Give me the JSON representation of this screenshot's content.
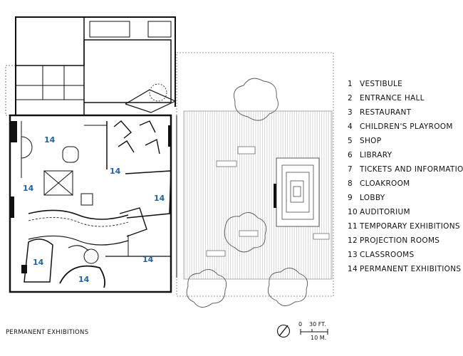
{
  "legend": [
    {
      "num": "1",
      "label": "VESTIBULE"
    },
    {
      "num": "2",
      "label": "ENTRANCE HALL"
    },
    {
      "num": "3",
      "label": "RESTAURANT"
    },
    {
      "num": "4",
      "label": "CHILDREN'S PLAYROOM"
    },
    {
      "num": "5",
      "label": "SHOP"
    },
    {
      "num": "6",
      "label": "LIBRARY"
    },
    {
      "num": "7",
      "label": "TICKETS AND INFORMATION"
    },
    {
      "num": "8",
      "label": "CLOAKROOM"
    },
    {
      "num": "9",
      "label": "LOBBY"
    },
    {
      "num": "10",
      "label": "AUDITORIUM"
    },
    {
      "num": "11",
      "label": "TEMPORARY EXHIBITIONS"
    },
    {
      "num": "12",
      "label": "PROJECTION ROOMS"
    },
    {
      "num": "13",
      "label": "CLASSROOMS"
    },
    {
      "num": "14",
      "label": "PERMANENT EXHIBITIONS"
    }
  ],
  "plan_labels": [
    "14",
    "14",
    "14",
    "14",
    "14",
    "14",
    "14"
  ],
  "caption": "PERMANENT EXHIBITIONS",
  "scale": {
    "label_zero": "0",
    "label_ft": "30 FT.",
    "label_m": "10 M."
  },
  "colors": {
    "room_label": "#1f63a8",
    "line": "#111111",
    "hatch": "#c2c2c2"
  }
}
